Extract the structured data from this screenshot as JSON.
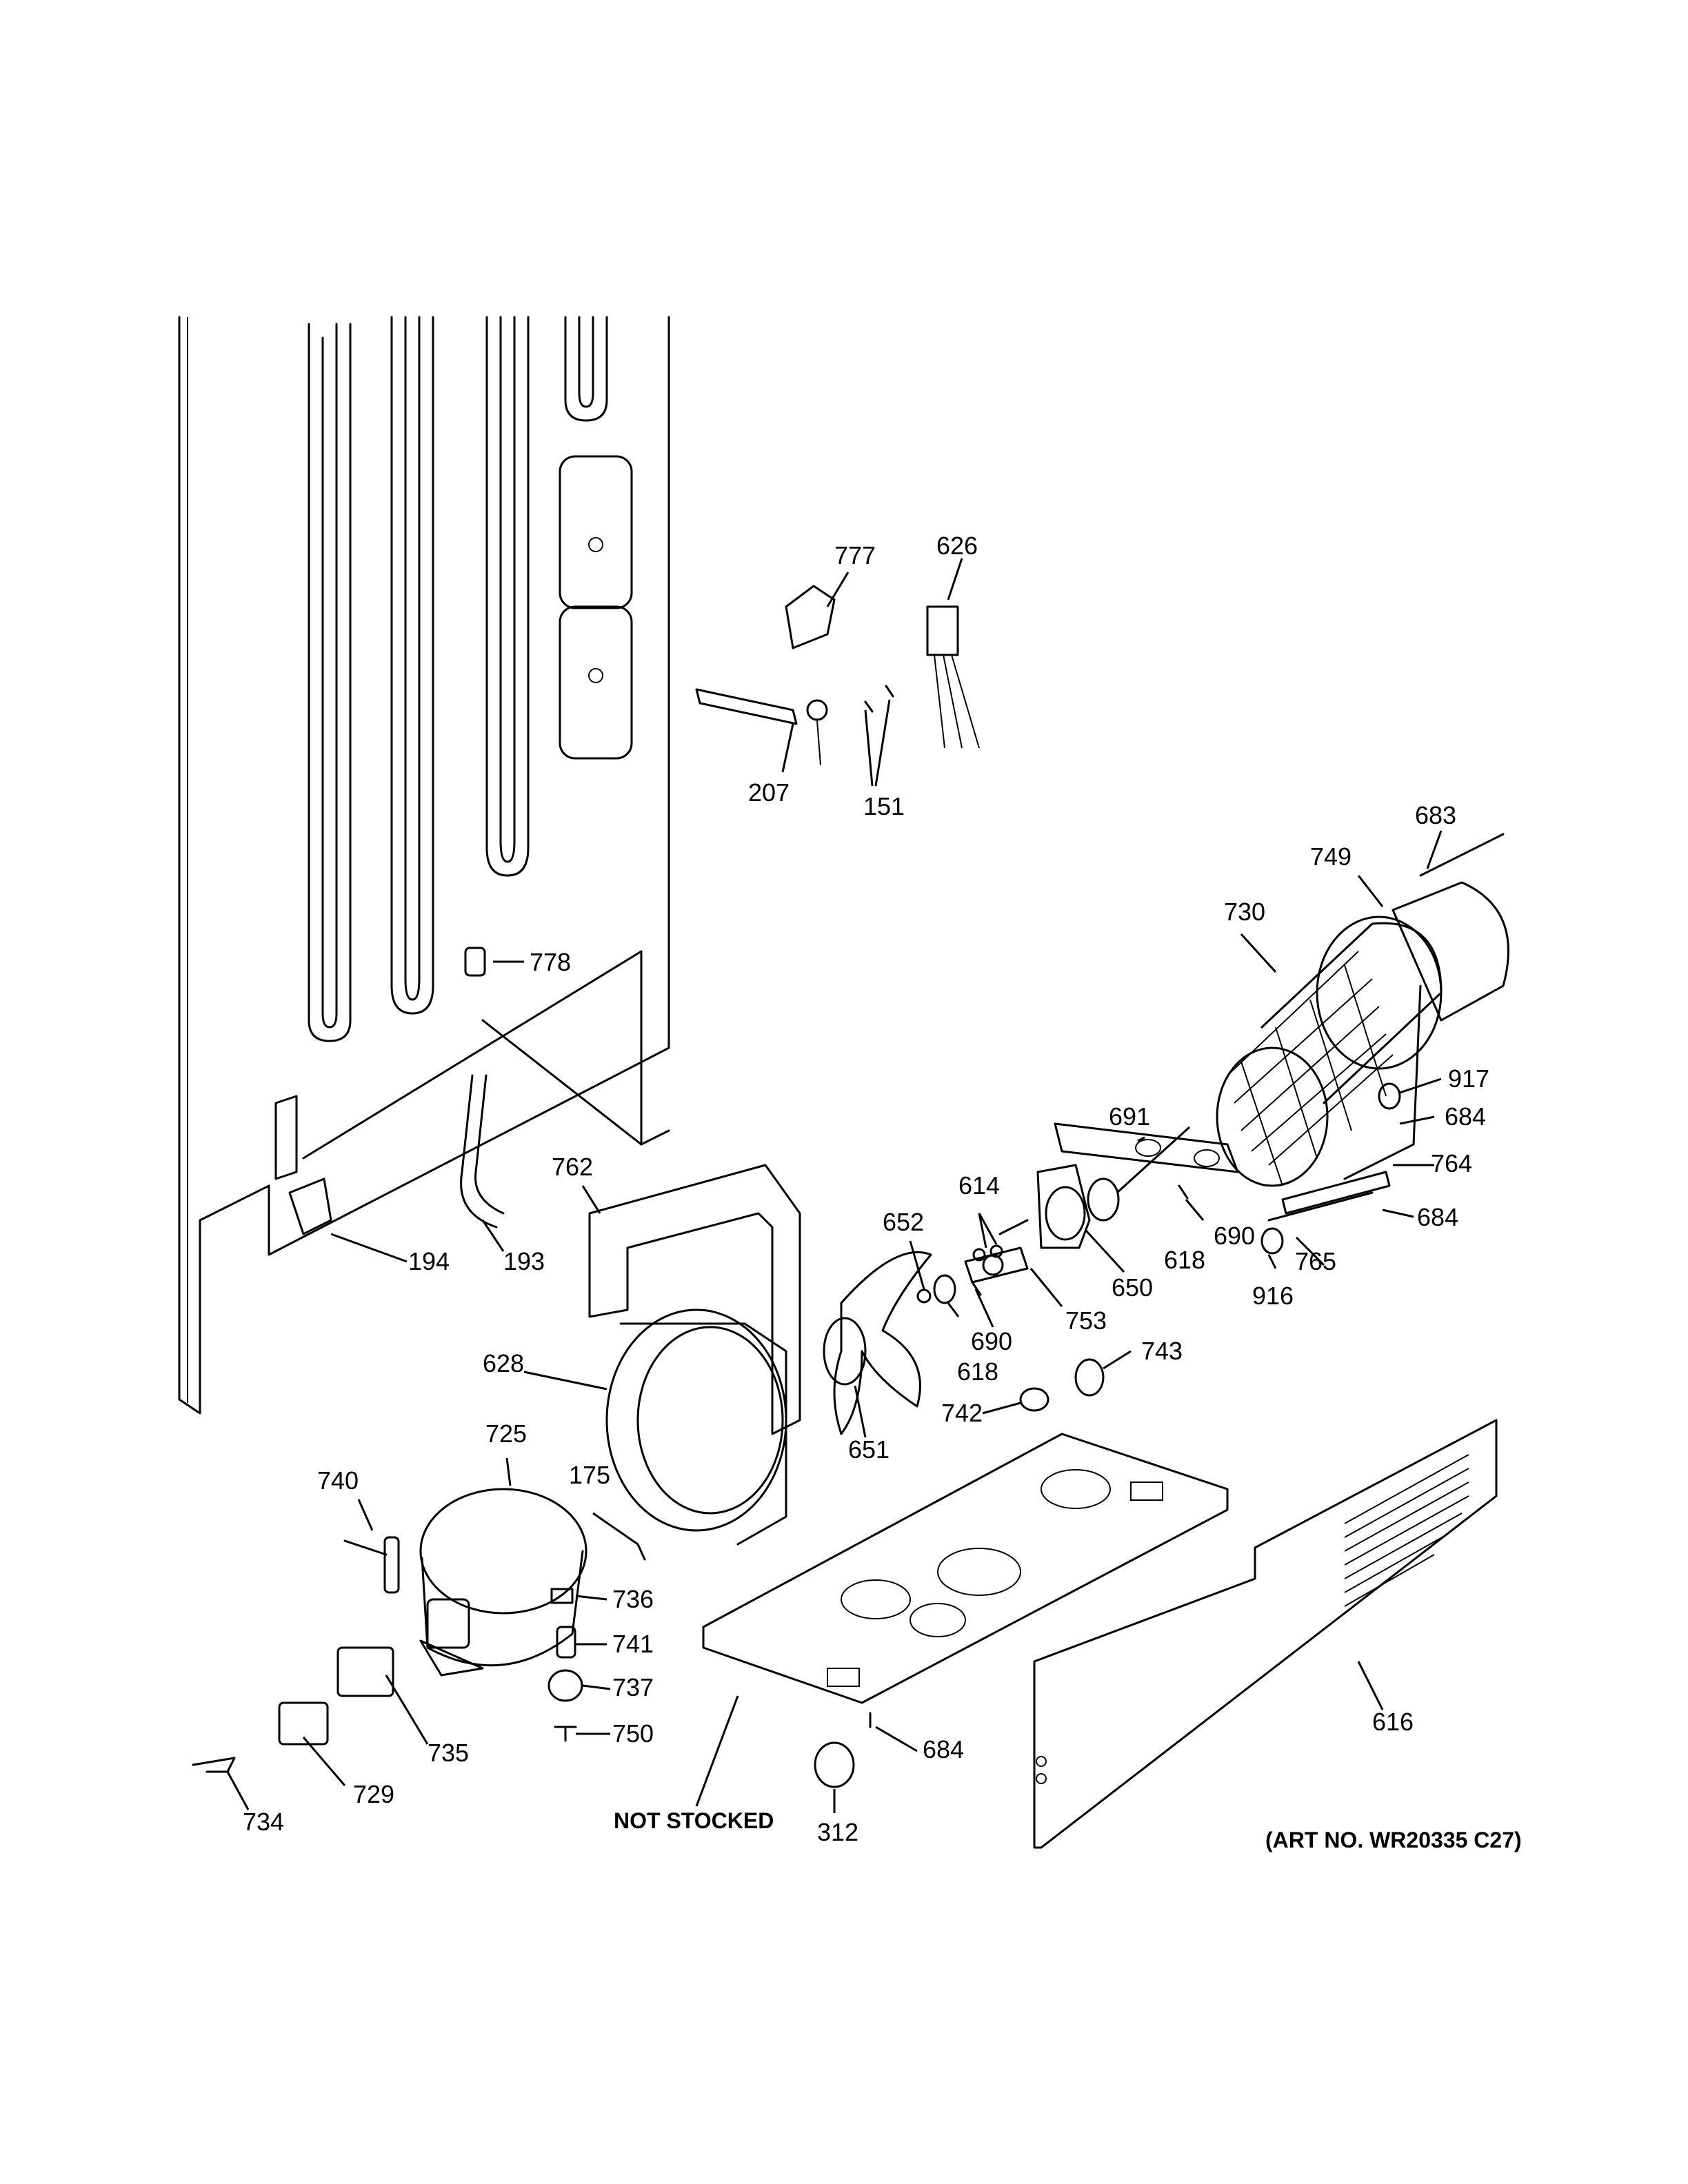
{
  "callouts": {
    "c777": "777",
    "c626": "626",
    "c207": "207",
    "c151": "151",
    "c683": "683",
    "c749": "749",
    "c730": "730",
    "c778": "778",
    "c917": "917",
    "c684a": "684",
    "c691": "691",
    "c764": "764",
    "c684b": "684",
    "c762": "762",
    "c614": "614",
    "c690a": "690",
    "c652": "652",
    "c618a": "618",
    "c765": "765",
    "c194": "194",
    "c193": "193",
    "c650": "650",
    "c916": "916",
    "c753": "753",
    "c690b": "690",
    "c618b": "618",
    "c743": "743",
    "c628": "628",
    "c742": "742",
    "c651": "651",
    "c725": "725",
    "c740": "740",
    "c175": "175",
    "c736": "736",
    "c741": "741",
    "c737": "737",
    "c750": "750",
    "c735": "735",
    "c729": "729",
    "c734": "734",
    "c684c": "684",
    "c312": "312",
    "c616": "616"
  },
  "labels": {
    "not_stocked": "NOT STOCKED",
    "art_number": "(ART NO. WR20335 C27)"
  }
}
